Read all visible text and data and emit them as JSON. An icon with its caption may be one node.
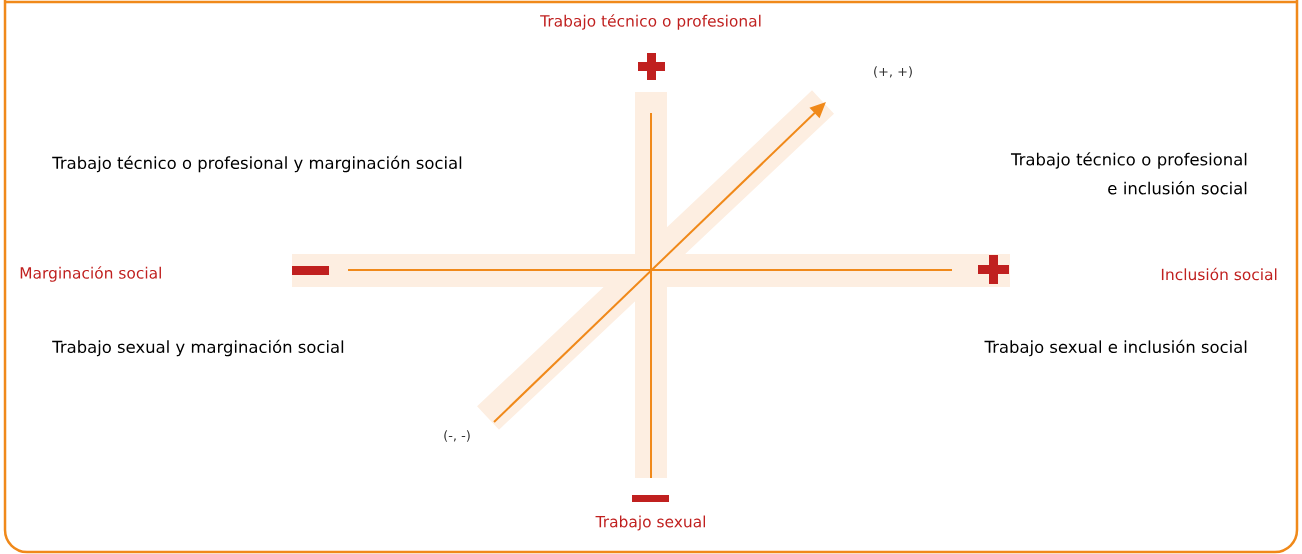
{
  "diagram": {
    "labels": [
      "Trabajo técnico o profesional",
      "(+, +)",
      "Trabajo técnico o profesional y marginación social",
      "Trabajo técnico o profesional e inclusión social",
      "Marginación social",
      "Inclusión social",
      "Trabajo sexual y marginación social",
      "Trabajo sexual e inclusión social",
      "(-, -)",
      "Trabajo sexual"
    ]
  }
}
